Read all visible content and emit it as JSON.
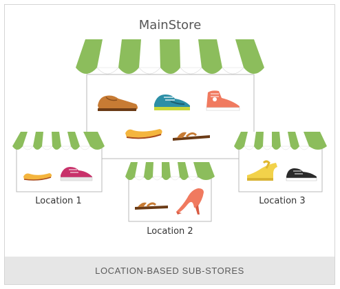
{
  "main_store": {
    "title": "MainStore",
    "items": [
      "brown-oxford-shoe-icon",
      "teal-sneaker-icon",
      "coral-high-top-icon",
      "orange-flat-icon",
      "brown-sandal-icon"
    ]
  },
  "sub_stores": [
    {
      "label": "Location 1",
      "items": [
        "orange-flat-icon",
        "magenta-sneaker-icon"
      ]
    },
    {
      "label": "Location 2",
      "items": [
        "brown-sandal-icon",
        "coral-high-heel-icon"
      ]
    },
    {
      "label": "Location 3",
      "items": [
        "yellow-wedge-sandal-icon",
        "black-sneaker-icon"
      ]
    }
  ],
  "caption": "LOCATION-BASED SUB-STORES",
  "colors": {
    "awning_green": "#8cbd5c",
    "awning_white": "#ffffff",
    "outline": "#b8b8b8",
    "caption_bg": "#e6e6e6"
  }
}
